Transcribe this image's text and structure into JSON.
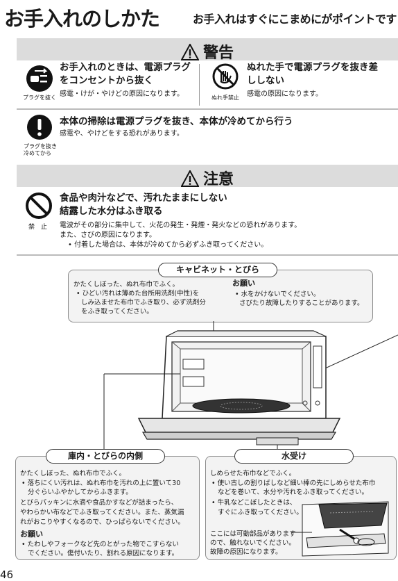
{
  "page": {
    "title": "お手入れのしかた",
    "subtitle": "お手入れはすぐにこまめにがポイントです",
    "page_number": "46"
  },
  "warning": {
    "label": "警告",
    "item1": {
      "icon_caption": "プラグを抜く",
      "heading_line1": "お手入れのときは、電源プラグ",
      "heading_line2": "をコンセントから抜く",
      "text": "感電・けが・やけどの原因になります。"
    },
    "item2": {
      "icon_caption": "ぬれ手禁止",
      "heading_line1": "ぬれた手で電源プラグを抜き差",
      "heading_line2": "ししない",
      "text": "感電の原因になります。"
    },
    "item3": {
      "icon_caption_line1": "プラグを抜き",
      "icon_caption_line2": "冷めてから",
      "heading": "本体の掃除は電源プラグを抜き、本体が冷めてから行う",
      "text": "感電や、やけどをする恐れがあります。"
    }
  },
  "caution": {
    "label": "注意",
    "icon_caption": "禁　止",
    "heading_line1": "食品や肉汁などで、汚れたままにしない",
    "heading_line2": "結露した水分はふき取る",
    "text_line1": "電波がその部分に集中して、火花の発生・発煙・発火などの恐れがあります。",
    "text_line2": "また、さびの原因になります。",
    "text_line3": "• 付着した場合は、本体が冷めてから必ずふき取ってください。"
  },
  "cabinet": {
    "label": "キャビネット・とびら",
    "line1": "かたくしぼった、ぬれ布巾でふく。",
    "line2": "• ひどい汚れは薄めた台所用洗剤(中性)を",
    "line3": "しみ込ませた布巾でふき取り、必ず洗剤分",
    "line4": "をふき取ってください。",
    "request_heading": "お願い",
    "request_line1": "• 水をかけないでください。",
    "request_line2": "さびたり故障したりすることがあります。"
  },
  "interior": {
    "label": "庫内・とびらの内側",
    "line1": "かたくしぼった、ぬれ布巾でふく。",
    "line2": "• 落ちにくい汚れは、ぬれ布巾を汚れの上に置いて30",
    "line3": "分ぐらいふやかしてからふきます。",
    "line4": "とびらパッキンに水滴や食品かすなどが詰まったら、",
    "line5": "やわらかい布などでふき取ってください。また、蒸気漏",
    "line6": "れがおこりやすくなるので、ひっぱらないでください。",
    "request_heading": "お願い",
    "request_line1": "• たわしやフォークなど先のとがった物でこすらない",
    "request_line2": "でください。傷付いたり、割れる原因になります。"
  },
  "tray": {
    "label": "水受け",
    "line1": "しめらせた布巾などでふく。",
    "line2": "• 使い古しの割りばしなど細い棒の先にしめらせた布巾",
    "line3": "などを巻いて、水分や汚れをふき取ってください。",
    "line4": "• 牛乳などこぼしたときは、",
    "line5": "すぐにふき取ってください。",
    "note_line1": "ここには可動部品があります",
    "note_line2": "ので、触れないでください。",
    "note_line3": "故障の原因になります。"
  }
}
